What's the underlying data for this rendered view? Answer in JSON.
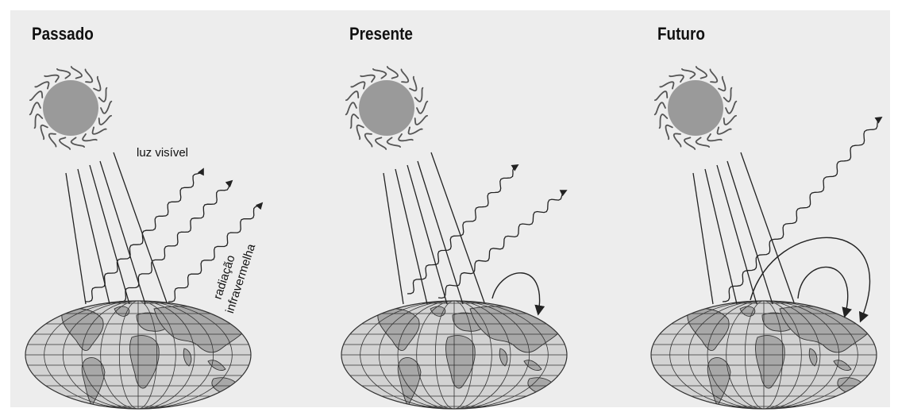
{
  "panels": [
    {
      "title": "Passado"
    },
    {
      "title": "Presente"
    },
    {
      "title": "Futuro"
    }
  ],
  "labels": {
    "visible_light": "luz visível",
    "infrared_line1": "radiação",
    "infrared_line2": "infravermelha"
  },
  "colors": {
    "background": "#ededed",
    "sun": "#9a9a9a",
    "land": "#a8a8a8",
    "ocean": "#d3d3d3",
    "line": "#222222"
  }
}
